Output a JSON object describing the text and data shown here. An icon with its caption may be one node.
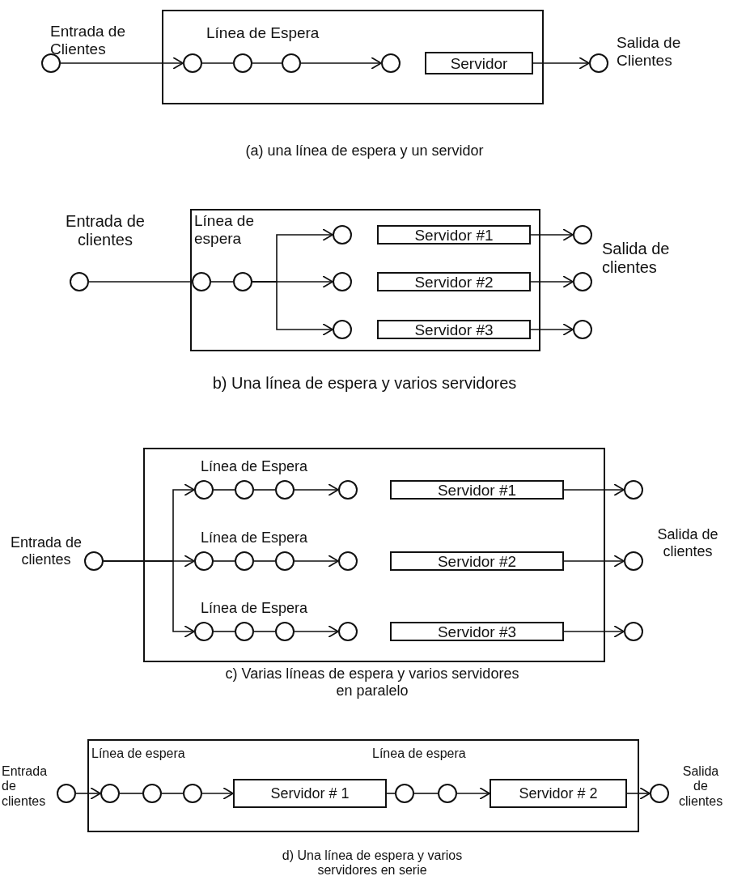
{
  "diagram": {
    "nodes": [
      {
        "text": [],
        "shape": "box"
      },
      {
        "text": [],
        "shape": "circle"
      },
      {
        "text": [],
        "shape": "circle",
        "in": 0
      },
      {
        "text": [],
        "shape": "circle",
        "in": 0
      },
      {
        "text": [],
        "shape": "circle",
        "in": 0
      },
      {
        "text": [],
        "shape": "circle",
        "in": 0
      },
      {
        "text": [
          "Servidor"
        ],
        "in": 0
      },
      {
        "text": [],
        "shape": "circle"
      },
      {
        "text": [],
        "shape": "box"
      },
      {
        "text": [],
        "shape": "circle"
      },
      {
        "text": [],
        "shape": "circle",
        "in": 8
      },
      {
        "text": [],
        "shape": "circle",
        "in": 8
      },
      {
        "text": [],
        "shape": "circle",
        "in": 8
      },
      {
        "text": [],
        "shape": "circle",
        "in": 8
      },
      {
        "text": [],
        "shape": "circle",
        "in": 8
      },
      {
        "text": [
          "Servidor #1"
        ],
        "in": 8
      },
      {
        "text": [
          "Servidor #2"
        ],
        "in": 8
      },
      {
        "text": [
          "Servidor #3"
        ],
        "in": 8
      },
      {
        "text": [],
        "shape": "circle"
      },
      {
        "text": [],
        "shape": "circle"
      },
      {
        "text": [],
        "shape": "circle"
      },
      {
        "text": [],
        "shape": "box"
      },
      {
        "text": [],
        "shape": "circle"
      },
      {
        "text": [],
        "shape": "circle",
        "in": 21
      },
      {
        "text": [],
        "shape": "circle",
        "in": 21
      },
      {
        "text": [],
        "shape": "circle",
        "in": 21
      },
      {
        "text": [],
        "shape": "circle",
        "in": 21
      },
      {
        "text": [
          "Servidor #1"
        ],
        "in": 21
      },
      {
        "text": [],
        "shape": "circle",
        "in": 21
      },
      {
        "text": [],
        "shape": "circle",
        "in": 21
      },
      {
        "text": [],
        "shape": "circle",
        "in": 21
      },
      {
        "text": [],
        "shape": "circle",
        "in": 21
      },
      {
        "text": [
          "Servidor #2"
        ],
        "in": 21
      },
      {
        "text": [],
        "shape": "circle",
        "in": 21
      },
      {
        "text": [],
        "shape": "circle",
        "in": 21
      },
      {
        "text": [],
        "shape": "circle",
        "in": 21
      },
      {
        "text": [],
        "shape": "circle",
        "in": 21
      },
      {
        "text": [
          "Servidor #3"
        ],
        "in": 21
      },
      {
        "text": [],
        "shape": "circle"
      },
      {
        "text": [],
        "shape": "circle"
      },
      {
        "text": [],
        "shape": "circle"
      },
      {
        "text": [],
        "shape": "box"
      },
      {
        "text": [],
        "shape": "circle"
      },
      {
        "text": [],
        "shape": "circle",
        "in": 41
      },
      {
        "text": [],
        "shape": "circle",
        "in": 41
      },
      {
        "text": [],
        "shape": "circle",
        "in": 41
      },
      {
        "text": [
          "Servidor # 1"
        ],
        "in": 41
      },
      {
        "text": [],
        "shape": "circle",
        "in": 41
      },
      {
        "text": [],
        "shape": "circle",
        "in": 41
      },
      {
        "text": [
          "Servidor # 2"
        ],
        "in": 41
      },
      {
        "text": [],
        "shape": "circle"
      }
    ],
    "edges": [
      {
        "from": 1,
        "to": 2,
        "arrow": "to"
      },
      {
        "from": 2,
        "to": 3,
        "arrow": "none"
      },
      {
        "from": 3,
        "to": 4,
        "arrow": "none"
      },
      {
        "from": 4,
        "to": 5,
        "arrow": "to"
      },
      {
        "from": 6,
        "to": 7,
        "arrow": "to"
      },
      {
        "from": 9,
        "to": 10,
        "arrow": "none"
      },
      {
        "from": 10,
        "to": 11,
        "arrow": "none"
      },
      {
        "from": 11,
        "to": 12,
        "arrow": "to"
      },
      {
        "from": 11,
        "to": 13,
        "arrow": "to"
      },
      {
        "from": 11,
        "to": 14,
        "arrow": "to"
      },
      {
        "from": 15,
        "to": 18,
        "arrow": "to"
      },
      {
        "from": 16,
        "to": 19,
        "arrow": "to"
      },
      {
        "from": 17,
        "to": 20,
        "arrow": "to"
      },
      {
        "from": 22,
        "to": 23,
        "arrow": "to"
      },
      {
        "from": 22,
        "to": 28,
        "arrow": "to"
      },
      {
        "from": 22,
        "to": 33,
        "arrow": "to"
      },
      {
        "from": 23,
        "to": 24,
        "arrow": "none"
      },
      {
        "from": 24,
        "to": 25,
        "arrow": "none"
      },
      {
        "from": 25,
        "to": 26,
        "arrow": "to"
      },
      {
        "from": 28,
        "to": 29,
        "arrow": "none"
      },
      {
        "from": 29,
        "to": 30,
        "arrow": "none"
      },
      {
        "from": 30,
        "to": 31,
        "arrow": "to"
      },
      {
        "from": 33,
        "to": 34,
        "arrow": "none"
      },
      {
        "from": 34,
        "to": 35,
        "arrow": "none"
      },
      {
        "from": 35,
        "to": 36,
        "arrow": "to"
      },
      {
        "from": 27,
        "to": 38,
        "arrow": "to"
      },
      {
        "from": 32,
        "to": 39,
        "arrow": "to"
      },
      {
        "from": 37,
        "to": 40,
        "arrow": "to"
      },
      {
        "from": 42,
        "to": 43,
        "arrow": "to"
      },
      {
        "from": 43,
        "to": 44,
        "arrow": "none"
      },
      {
        "from": 44,
        "to": 45,
        "arrow": "none"
      },
      {
        "from": 45,
        "to": 46,
        "arrow": "to"
      },
      {
        "from": 46,
        "to": 47,
        "arrow": "none"
      },
      {
        "from": 47,
        "to": 48,
        "arrow": "none"
      },
      {
        "from": 48,
        "to": 49,
        "arrow": "to"
      },
      {
        "from": 49,
        "to": 50,
        "arrow": "to"
      }
    ],
    "labels": [
      "Entrada de Clientes",
      "Línea de Espera",
      "Salida de Clientes",
      "(a) una línea de espera y un servidor",
      "Entrada de clientes",
      "Línea de espera",
      "Salida de clientes",
      "b) Una línea de espera y varios servidores",
      "Línea de Espera",
      "Entrada de clientes",
      "Línea de Espera",
      "Salida de clientes",
      "Línea de Espera",
      "c) Varias líneas de espera y varios servidores en paralelo",
      "Entrada de clientes",
      "Línea de espera",
      "Línea de espera",
      "Salida de clientes",
      "d) Una línea de espera y varios servidores en serie"
    ]
  }
}
